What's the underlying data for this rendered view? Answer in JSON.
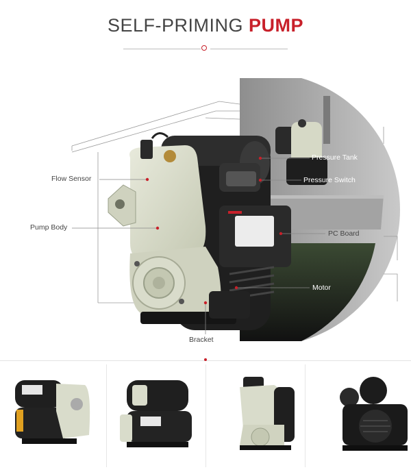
{
  "header": {
    "title_part1": "SELF-PRIMING",
    "title_part2": "PUMP"
  },
  "colors": {
    "accent": "#c8202a",
    "pump_body": "#d9dccb",
    "motor": "#1c1c1c",
    "scene_bg": "#9a9a9a"
  },
  "callouts": {
    "flow_sensor": "Flow Sensor",
    "pump_body": "Pump Body",
    "bracket": "Bracket",
    "pressure_tank": "Pressure Tank",
    "pressure_switch": "Pressure Switch",
    "pc_board": "PC Board",
    "motor": "Motor"
  },
  "thumbnails": [
    {
      "icon": "pump-side-view-icon"
    },
    {
      "icon": "pump-rear-view-icon"
    },
    {
      "icon": "pump-front-view-icon"
    },
    {
      "icon": "pump-back-view-icon"
    }
  ]
}
